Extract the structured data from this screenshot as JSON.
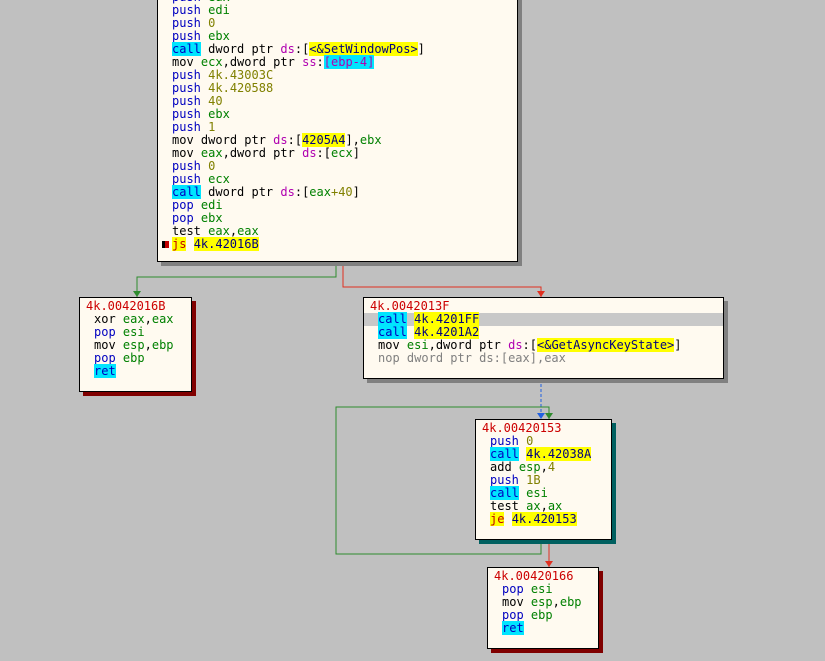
{
  "blocks": {
    "main": {
      "lines": [
        {
          "m": "push",
          "o": [
            [
              "reg",
              "eax"
            ]
          ]
        },
        {
          "m": "push",
          "o": [
            [
              "reg",
              "edi"
            ]
          ]
        },
        {
          "m": "push",
          "o": [
            [
              "num",
              "0"
            ]
          ]
        },
        {
          "m": "push",
          "o": [
            [
              "reg",
              "ebx"
            ]
          ]
        },
        {
          "m": "call",
          "mc": "call",
          "o": [
            [
              "txt",
              " dword ptr "
            ],
            [
              "seg",
              "ds"
            ],
            [
              "txt",
              ":["
            ],
            [
              "sym",
              "<&SetWindowPos>"
            ],
            [
              "txt",
              "]"
            ]
          ]
        },
        {
          "m": "mov",
          "mc": "mn-plain",
          "o": [
            [
              "reg",
              "ecx"
            ],
            [
              "txt",
              ",dword ptr "
            ],
            [
              "seg",
              "ss"
            ],
            [
              "txt",
              ":"
            ],
            [
              "imm-hl",
              "[ebp-4]"
            ]
          ]
        },
        {
          "m": "push",
          "o": [
            [
              "num",
              "4k.43003C"
            ]
          ]
        },
        {
          "m": "push",
          "o": [
            [
              "num",
              "4k.420588"
            ]
          ]
        },
        {
          "m": "push",
          "o": [
            [
              "num",
              "40"
            ]
          ]
        },
        {
          "m": "push",
          "o": [
            [
              "reg",
              "ebx"
            ]
          ]
        },
        {
          "m": "push",
          "o": [
            [
              "num",
              "1"
            ]
          ]
        },
        {
          "m": "mov",
          "mc": "mn-plain",
          "o": [
            [
              "txt",
              "dword ptr "
            ],
            [
              "seg",
              "ds"
            ],
            [
              "txt",
              ":["
            ],
            [
              "lbl",
              "4205A4"
            ],
            [
              "txt",
              "],"
            ],
            [
              "reg",
              "ebx"
            ]
          ]
        },
        {
          "m": "mov",
          "mc": "mn-plain",
          "o": [
            [
              "reg",
              "eax"
            ],
            [
              "txt",
              ",dword ptr "
            ],
            [
              "seg",
              "ds"
            ],
            [
              "txt",
              ":["
            ],
            [
              "reg",
              "ecx"
            ],
            [
              "txt",
              "]"
            ]
          ]
        },
        {
          "m": "push",
          "o": [
            [
              "num",
              "0"
            ]
          ]
        },
        {
          "m": "push",
          "o": [
            [
              "reg",
              "ecx"
            ]
          ]
        },
        {
          "m": "call",
          "mc": "call",
          "o": [
            [
              "txt",
              " dword ptr "
            ],
            [
              "seg",
              "ds"
            ],
            [
              "txt",
              ":["
            ],
            [
              "reg",
              "eax"
            ],
            [
              "num",
              "+40"
            ],
            [
              "txt",
              "]"
            ]
          ]
        },
        {
          "m": "pop",
          "o": [
            [
              "reg",
              "edi"
            ]
          ]
        },
        {
          "m": "pop",
          "o": [
            [
              "reg",
              "ebx"
            ]
          ]
        },
        {
          "m": "test",
          "mc": "mn-plain",
          "o": [
            [
              "reg",
              "eax"
            ],
            [
              "txt",
              ","
            ],
            [
              "reg",
              "eax"
            ]
          ]
        },
        {
          "m": "js",
          "mc": "jmp",
          "bp": true,
          "o": [
            [
              "lbl",
              "4k.42016B"
            ]
          ]
        }
      ]
    },
    "b1": {
      "address": "4k.0042016B",
      "lines": [
        {
          "m": "xor",
          "mc": "mn-plain",
          "o": [
            [
              "reg",
              "eax"
            ],
            [
              "txt",
              ","
            ],
            [
              "reg",
              "eax"
            ]
          ]
        },
        {
          "m": "pop",
          "o": [
            [
              "reg",
              "esi"
            ]
          ]
        },
        {
          "m": "mov",
          "mc": "mn-plain",
          "o": [
            [
              "reg",
              "esp"
            ],
            [
              "txt",
              ","
            ],
            [
              "reg",
              "ebp"
            ]
          ]
        },
        {
          "m": "pop",
          "o": [
            [
              "reg",
              "ebp"
            ]
          ]
        },
        {
          "m": "ret",
          "mc": "ret",
          "o": []
        }
      ]
    },
    "b2": {
      "address": "4k.0042013F",
      "lines": [
        {
          "m": "call",
          "mc": "call",
          "hl": true,
          "o": [
            [
              "txt",
              " "
            ],
            [
              "lbl",
              "4k.4201FF"
            ]
          ]
        },
        {
          "m": "call",
          "mc": "call",
          "o": [
            [
              "txt",
              " "
            ],
            [
              "lbl",
              "4k.4201A2"
            ]
          ]
        },
        {
          "m": "mov",
          "mc": "mn-plain",
          "o": [
            [
              "reg",
              "esi"
            ],
            [
              "txt",
              ",dword ptr "
            ],
            [
              "seg",
              "ds"
            ],
            [
              "txt",
              ":["
            ],
            [
              "sym",
              "<&GetAsyncKeyState>"
            ],
            [
              "txt",
              "]"
            ]
          ]
        },
        {
          "m": "nop",
          "mc": "gray",
          "o": [
            [
              "gray",
              "dword ptr ds:[eax],eax"
            ]
          ]
        }
      ]
    },
    "b3": {
      "address": "4k.00420153",
      "lines": [
        {
          "m": "push",
          "o": [
            [
              "num",
              "0"
            ]
          ]
        },
        {
          "m": "call",
          "mc": "call",
          "o": [
            [
              "txt",
              " "
            ],
            [
              "lbl",
              "4k.42038A"
            ]
          ]
        },
        {
          "m": "add",
          "mc": "mn-plain",
          "o": [
            [
              "reg",
              "esp"
            ],
            [
              "txt",
              ","
            ],
            [
              "num",
              "4"
            ]
          ]
        },
        {
          "m": "push",
          "o": [
            [
              "num",
              "1B"
            ]
          ]
        },
        {
          "m": "call",
          "mc": "call",
          "o": [
            [
              "txt",
              " "
            ],
            [
              "reg",
              "esi"
            ]
          ]
        },
        {
          "m": "test",
          "mc": "mn-plain",
          "o": [
            [
              "reg",
              "ax"
            ],
            [
              "txt",
              ","
            ],
            [
              "reg",
              "ax"
            ]
          ]
        },
        {
          "m": "je",
          "mc": "jmp",
          "o": [
            [
              "txt",
              " "
            ],
            [
              "lbl",
              "4k.420153"
            ]
          ]
        }
      ]
    },
    "b4": {
      "address": "4k.00420166",
      "lines": [
        {
          "m": "pop",
          "o": [
            [
              "reg",
              "esi"
            ]
          ]
        },
        {
          "m": "mov",
          "mc": "mn-plain",
          "o": [
            [
              "reg",
              "esp"
            ],
            [
              "txt",
              ","
            ],
            [
              "reg",
              "ebp"
            ]
          ]
        },
        {
          "m": "pop",
          "o": [
            [
              "reg",
              "ebp"
            ]
          ]
        },
        {
          "m": "ret",
          "mc": "ret",
          "o": []
        }
      ]
    }
  },
  "colors": {
    "background": "#c0c0c0",
    "block_bg": "#fffaf0",
    "edge_taken": "#2e8b2e",
    "edge_not_taken": "#e03020",
    "edge_flow": "#2060e0"
  }
}
